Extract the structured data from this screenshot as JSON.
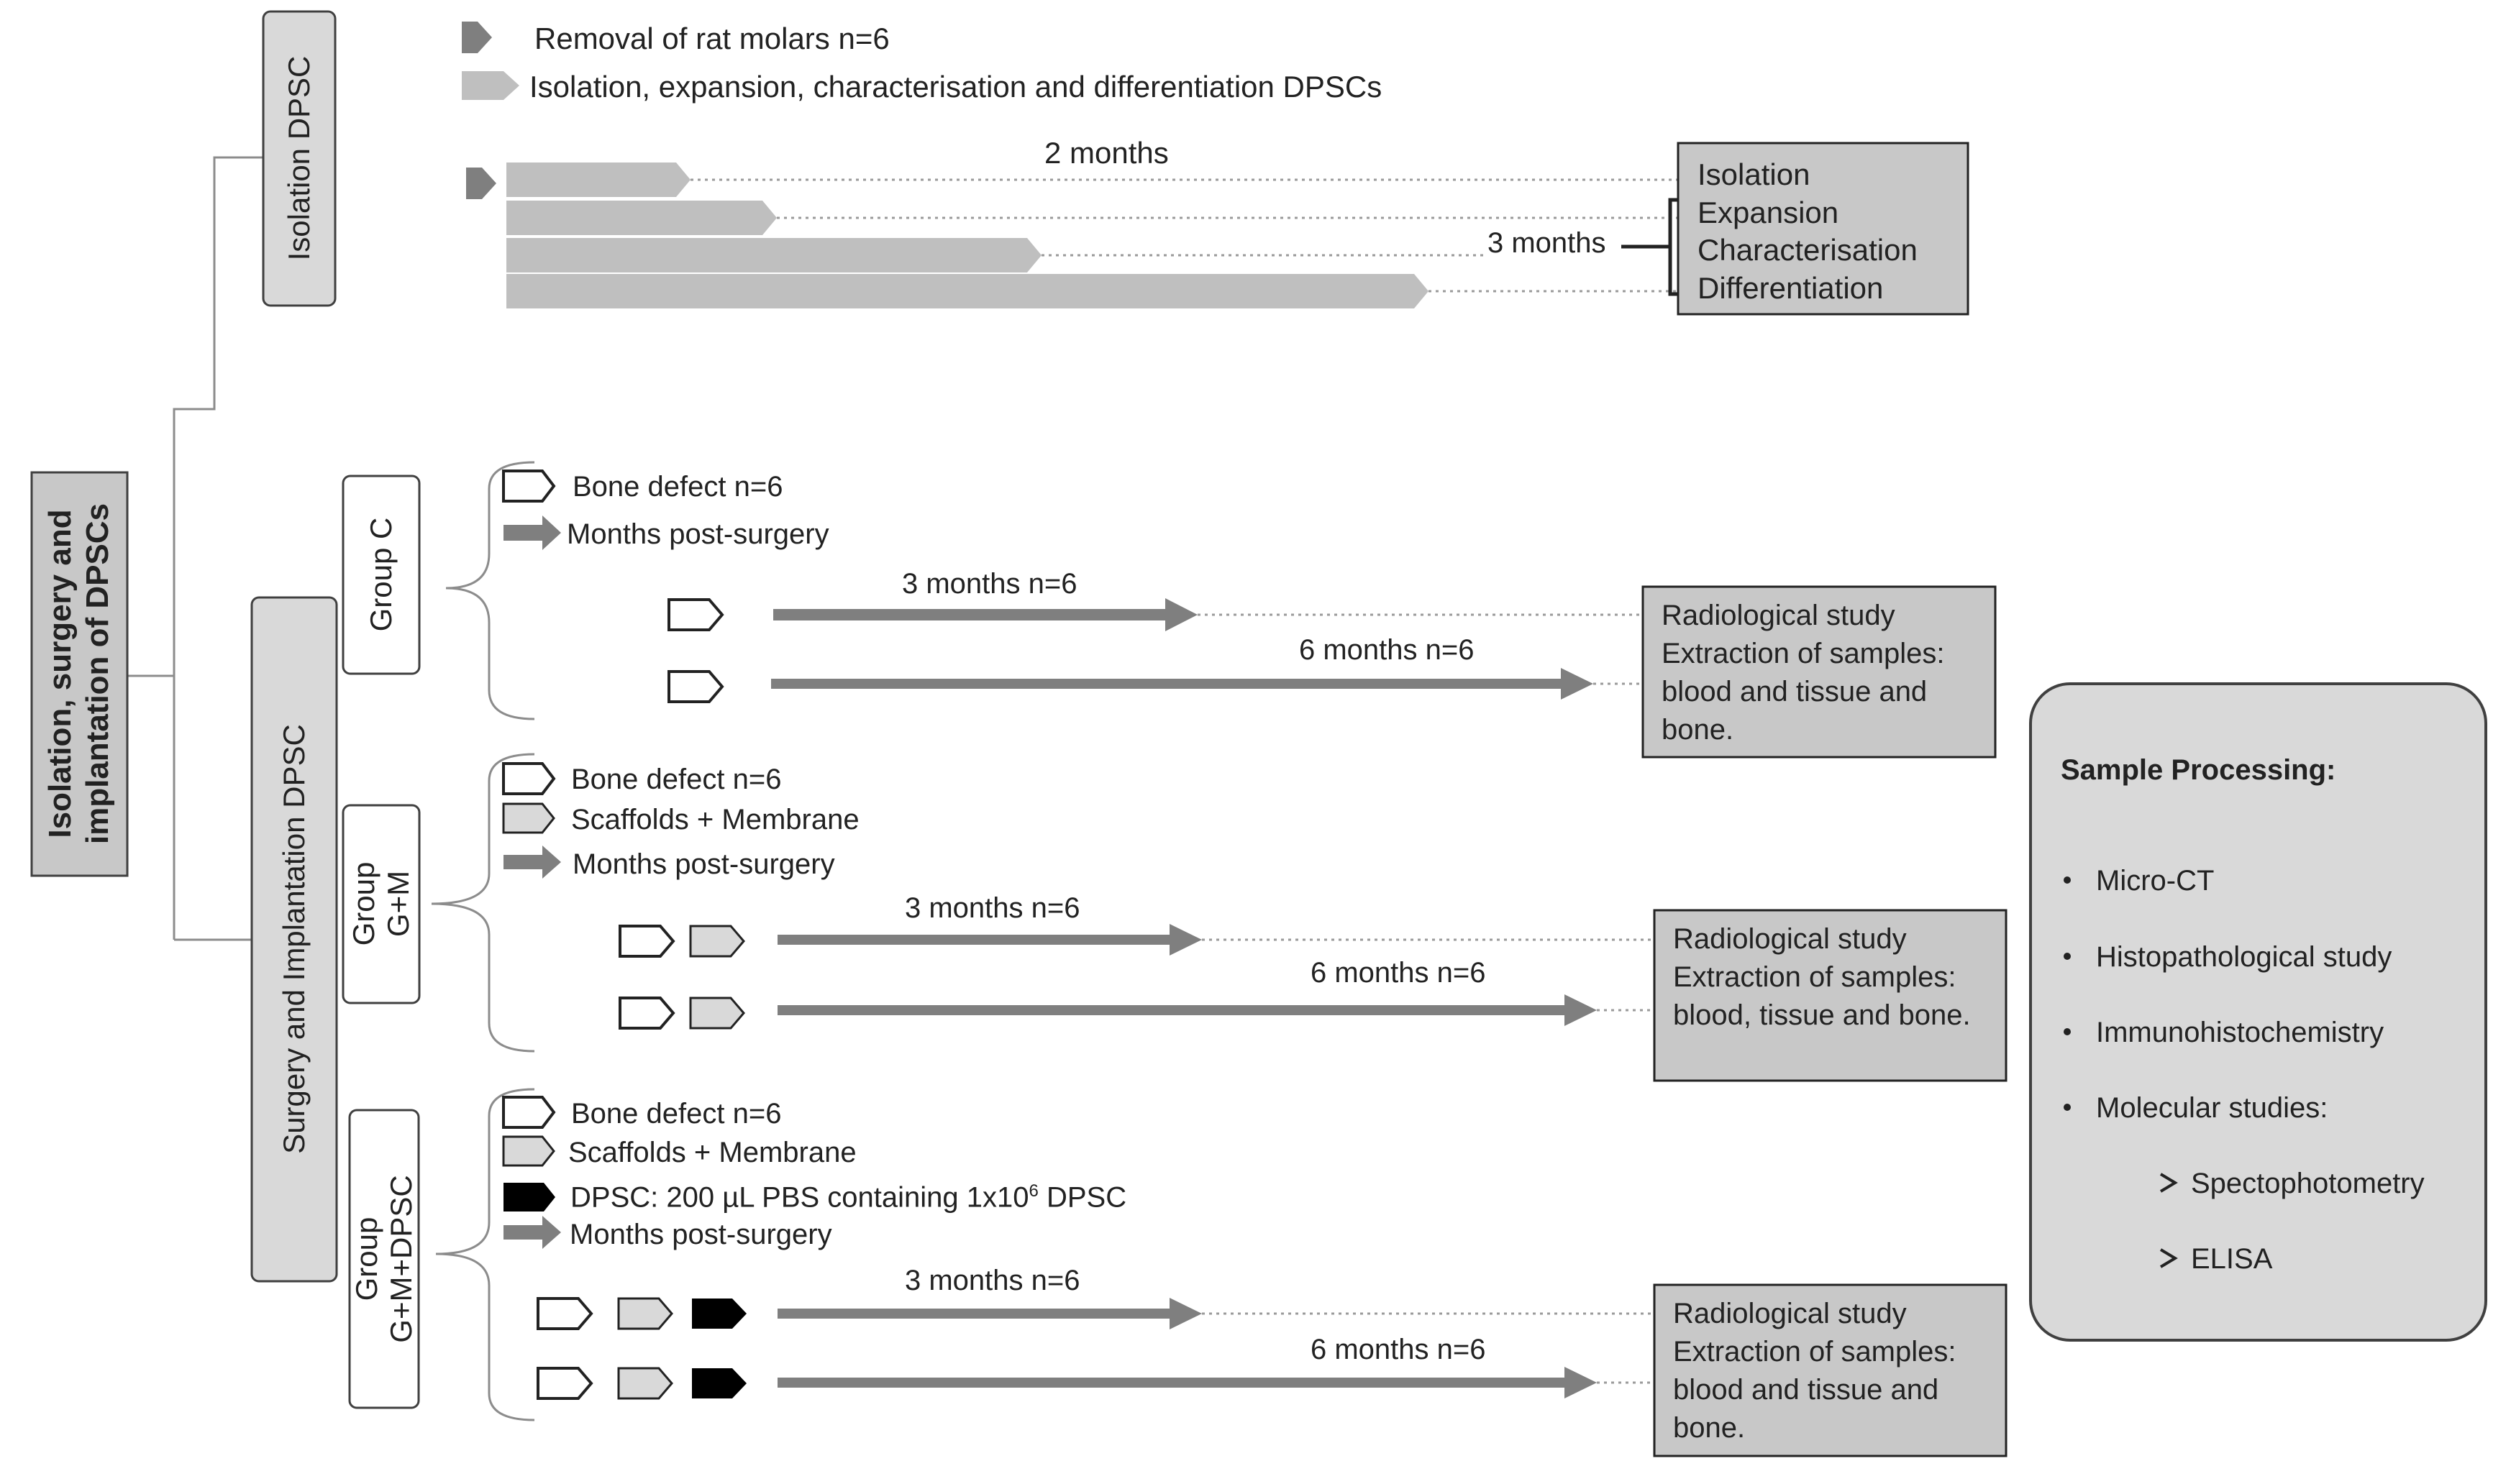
{
  "main_label": {
    "line1": "Isolation, surgery and",
    "line2": "implantation of DPSCs"
  },
  "isolation": {
    "branch_label": "Isolation DPSC",
    "legend_removal": "Removal of rat molars n=6",
    "legend_culture": "Isolation, expansion, characterisation and differentiation DPSCs",
    "label_2_months": "2 months",
    "label_3_months": "3 months",
    "box_lines": [
      "Isolation",
      "Expansion",
      "Characterisation",
      "Differentiation"
    ]
  },
  "surgery": {
    "branch_label": "Surgery and Implantation DPSC",
    "group_c": {
      "label": "Group C",
      "legend_bone_defect": "Bone defect n=6",
      "legend_months": "Months post-surgery",
      "label_3_months": "3 months n=6",
      "label_6_months": "6 months n=6",
      "result_box": "Radiological study Extraction of samples: blood and tissue and bone."
    },
    "group_gm": {
      "label_line1": "Group",
      "label_line2": "G+M",
      "legend_bone_defect": "Bone defect n=6",
      "legend_scaffolds": "Scaffolds + Membrane",
      "legend_months": "Months post-surgery",
      "label_3_months": "3 months n=6",
      "label_6_months": "6 months n=6",
      "result_box": "Radiological study Extraction of samples: blood, tissue and bone."
    },
    "group_gmd": {
      "label_line1": "Group",
      "label_line2": "G+M+DPSC",
      "legend_bone_defect": "Bone defect n=6",
      "legend_scaffolds": "Scaffolds + Membrane",
      "legend_dpsc": "DPSC: 200 µL PBS containing 1x10",
      "legend_dpsc_exp": "6",
      "legend_dpsc_tail": " DPSC",
      "legend_months": "Months post-surgery",
      "label_3_months": "3 months n=6",
      "label_6_months": "6 months n=6",
      "result_box": "Radiological study Extraction of samples: blood and tissue and bone."
    }
  },
  "sample_processing": {
    "title": "Sample Processing:",
    "items": [
      "Micro-CT",
      "Histopathological study",
      "Immunohistochemistry",
      "Molecular studies:"
    ],
    "subitems": [
      "Spectophotometry",
      "ELISA"
    ]
  },
  "colors": {
    "dark_gray": "#7f7f7f",
    "mid_gray": "#bfbfbf",
    "box_gray": "#c8c8c8",
    "light_gray": "#d9d9d9",
    "black": "#000000"
  }
}
